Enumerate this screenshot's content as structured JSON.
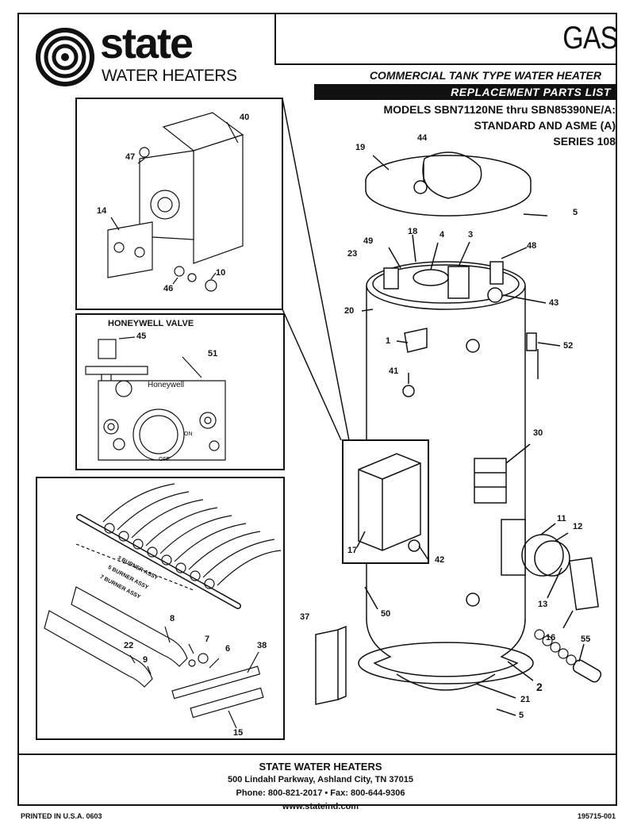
{
  "brand": {
    "wordmark": "state",
    "tagline": "WATER HEATERS"
  },
  "header": {
    "fuel": "GAS",
    "product": "COMMERCIAL TANK TYPE WATER HEATER",
    "doc_type": "REPLACEMENT PARTS LIST",
    "models_line1": "MODELS SBN71120NE thru SBN85390NE/A:",
    "models_line2": "STANDARD AND ASME (A)",
    "models_line3": "SERIES 108"
  },
  "valve_panel": {
    "title": "HONEYWELL VALVE",
    "brand": "Honeywell",
    "on_label": "ON",
    "off_label": "OFF"
  },
  "burner_labels": {
    "a": "3 BURNER ASSY",
    "b": "5 BURNER ASSY",
    "c": "7 BURNER ASSY"
  },
  "callouts": {
    "c1": "1",
    "c2": "2",
    "c3": "3",
    "c4": "4",
    "c5a": "5",
    "c5b": "5",
    "c6": "6",
    "c7": "7",
    "c8": "8",
    "c9": "9",
    "c10": "10",
    "c11": "11",
    "c12": "12",
    "c13": "13",
    "c14": "14",
    "c15": "15",
    "c16": "16",
    "c17": "17",
    "c18": "18",
    "c19": "19",
    "c20": "20",
    "c21": "21",
    "c22": "22",
    "c23": "23",
    "c30": "30",
    "c37": "37",
    "c38": "38",
    "c40": "40",
    "c41": "41",
    "c42": "42",
    "c43": "43",
    "c44": "44",
    "c45": "45",
    "c46": "46",
    "c47": "47",
    "c48": "48",
    "c49": "49",
    "c50": "50",
    "c51": "51",
    "c52": "52",
    "c55": "55"
  },
  "footer": {
    "company": "STATE WATER HEATERS",
    "address": "500 Lindahl Parkway, Ashland City, TN 37015",
    "phone": "Phone: 800-821-2017 • Fax: 800-644-9306",
    "web": "www.stateind.com",
    "printed": "PRINTED IN U.S.A. 0603",
    "part_number": "195715-001"
  }
}
